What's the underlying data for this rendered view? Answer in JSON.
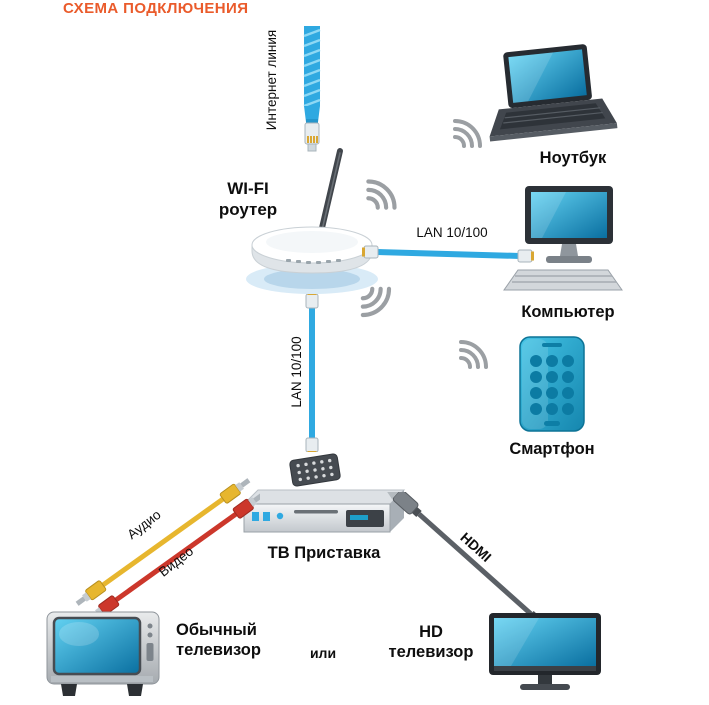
{
  "title": "СХЕМА ПОДКЛЮЧЕНИЯ",
  "internet": {
    "label": "Интернет линия"
  },
  "router": {
    "line1": "WI-FI",
    "line2": "роутер"
  },
  "laptop": {
    "label": "Ноутбук"
  },
  "computer": {
    "label": "Компьютер"
  },
  "smartphone": {
    "label": "Смартфон"
  },
  "lan_to_computer": {
    "label": "LAN 10/100"
  },
  "lan_to_tvbox": {
    "label": "LAN 10/100"
  },
  "tvbox": {
    "label": "ТВ Приставка"
  },
  "av": {
    "audio": "Аудио",
    "video": "Видео"
  },
  "hdmi": {
    "label": "HDMI"
  },
  "regular_tv": {
    "line1": "Обычный",
    "line2": "телевизор"
  },
  "or_text": "или",
  "hd_tv": {
    "line1": "HD",
    "line2": "телевизор"
  },
  "icons": {
    "wifi-wave-icon": "three concentric gray arcs",
    "router-icon": "white saucer router with antenna",
    "ethernet-cable-icon": "blue cable with RJ45 plug",
    "laptop-icon": "laptop with blue screen",
    "desktop-computer-icon": "monitor with keyboard",
    "smartphone-icon": "blue phone with dot keypad",
    "tv-set-top-box-icon": "gray set-top box with remote",
    "rca-cables-icon": "yellow and red RCA cables",
    "hdmi-cable-icon": "dark HDMI cable",
    "crt-tv-icon": "gray CRT TV with blue screen",
    "hd-tv-icon": "flat TV with blue screen"
  },
  "colors": {
    "title": "#EA5B2B",
    "cable_blue": "#2FA9E1",
    "screen_blue": "#12A9DC",
    "wave_gray": "#9B9FA3",
    "label_black": "#0E0E0E",
    "rca_yellow": "#E7B62E",
    "rca_red": "#CC372B"
  }
}
